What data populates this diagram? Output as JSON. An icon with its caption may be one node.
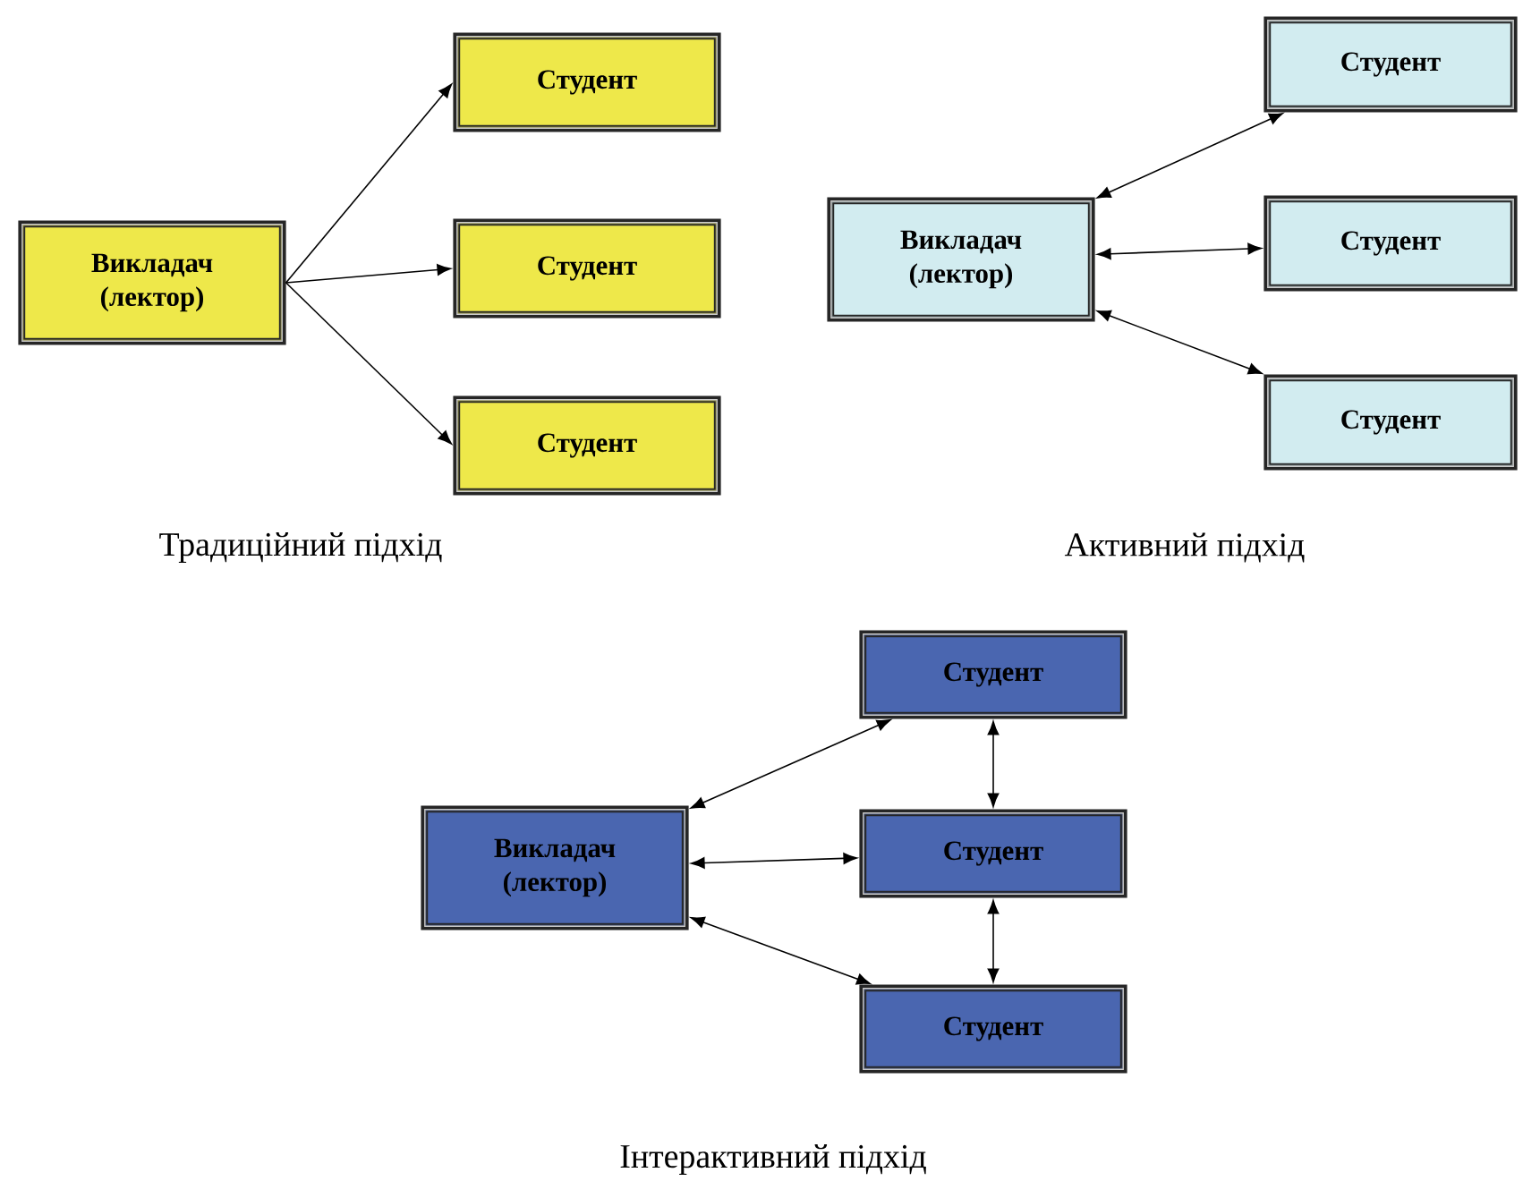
{
  "diagram": {
    "nodes": [
      {
        "text": [
          "Викладач (лектор)"
        ]
      },
      {
        "text": [
          "Студент"
        ]
      },
      {
        "text": [
          "Студент"
        ]
      },
      {
        "text": [
          "Студент"
        ]
      },
      {
        "text": [
          "Викладач (лектор)"
        ]
      },
      {
        "text": [
          "Студент"
        ]
      },
      {
        "text": [
          "Студент"
        ]
      },
      {
        "text": [
          "Студент"
        ]
      },
      {
        "text": [
          "Викладач (лектор)"
        ]
      },
      {
        "text": [
          "Студент"
        ]
      },
      {
        "text": [
          "Студент"
        ]
      },
      {
        "text": [
          "Студент"
        ]
      }
    ],
    "edges": [
      {
        "from": 0,
        "to": 1,
        "arrow": "to"
      },
      {
        "from": 0,
        "to": 2,
        "arrow": "to"
      },
      {
        "from": 0,
        "to": 3,
        "arrow": "to"
      },
      {
        "from": 4,
        "to": 5,
        "arrow": "both"
      },
      {
        "from": 4,
        "to": 6,
        "arrow": "both"
      },
      {
        "from": 4,
        "to": 7,
        "arrow": "both"
      },
      {
        "from": 8,
        "to": 9,
        "arrow": "both"
      },
      {
        "from": 8,
        "to": 10,
        "arrow": "both"
      },
      {
        "from": 8,
        "to": 11,
        "arrow": "both"
      },
      {
        "from": 9,
        "to": 10,
        "arrow": "both"
      },
      {
        "from": 10,
        "to": 11,
        "arrow": "both"
      }
    ],
    "labels": [
      "Традиційний підхід",
      "Активний підхід",
      "Інтерактивний підхід"
    ]
  }
}
